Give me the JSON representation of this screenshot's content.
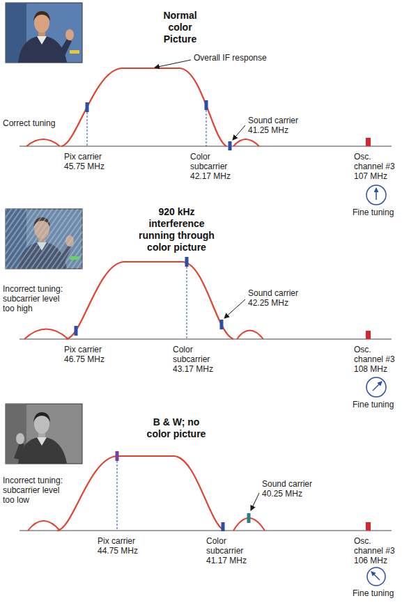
{
  "diagram": {
    "labels": [
      "Normal color Picture",
      "Overall IF response",
      "Correct tuning",
      "Sound carrier 41.25 MHz",
      "Pix carrier 45.75 MHz",
      "Color subcarrier 42.17 MHz",
      "Osc. channel #3 107 MHz",
      "Fine tuning",
      "920 kHz interference running through color picture",
      "Incorrect tuning: subcarrier level too high",
      "Sound carrier 42.25 MHz",
      "Pix carrier 46.75 MHz",
      "Color subcarrier 43.17 MHz",
      "Osc. channel #3 108 MHz",
      "Fine tuning",
      "B & W; no color picture",
      "Incorrect tuning: subcarrier level too low",
      "Sound carrier 40.25 MHz",
      "Pix carrier 44.75 MHz",
      "Color subcarrier 41.17 MHz",
      "Osc. channel #3 106 MHz",
      "Fine tuning"
    ]
  }
}
